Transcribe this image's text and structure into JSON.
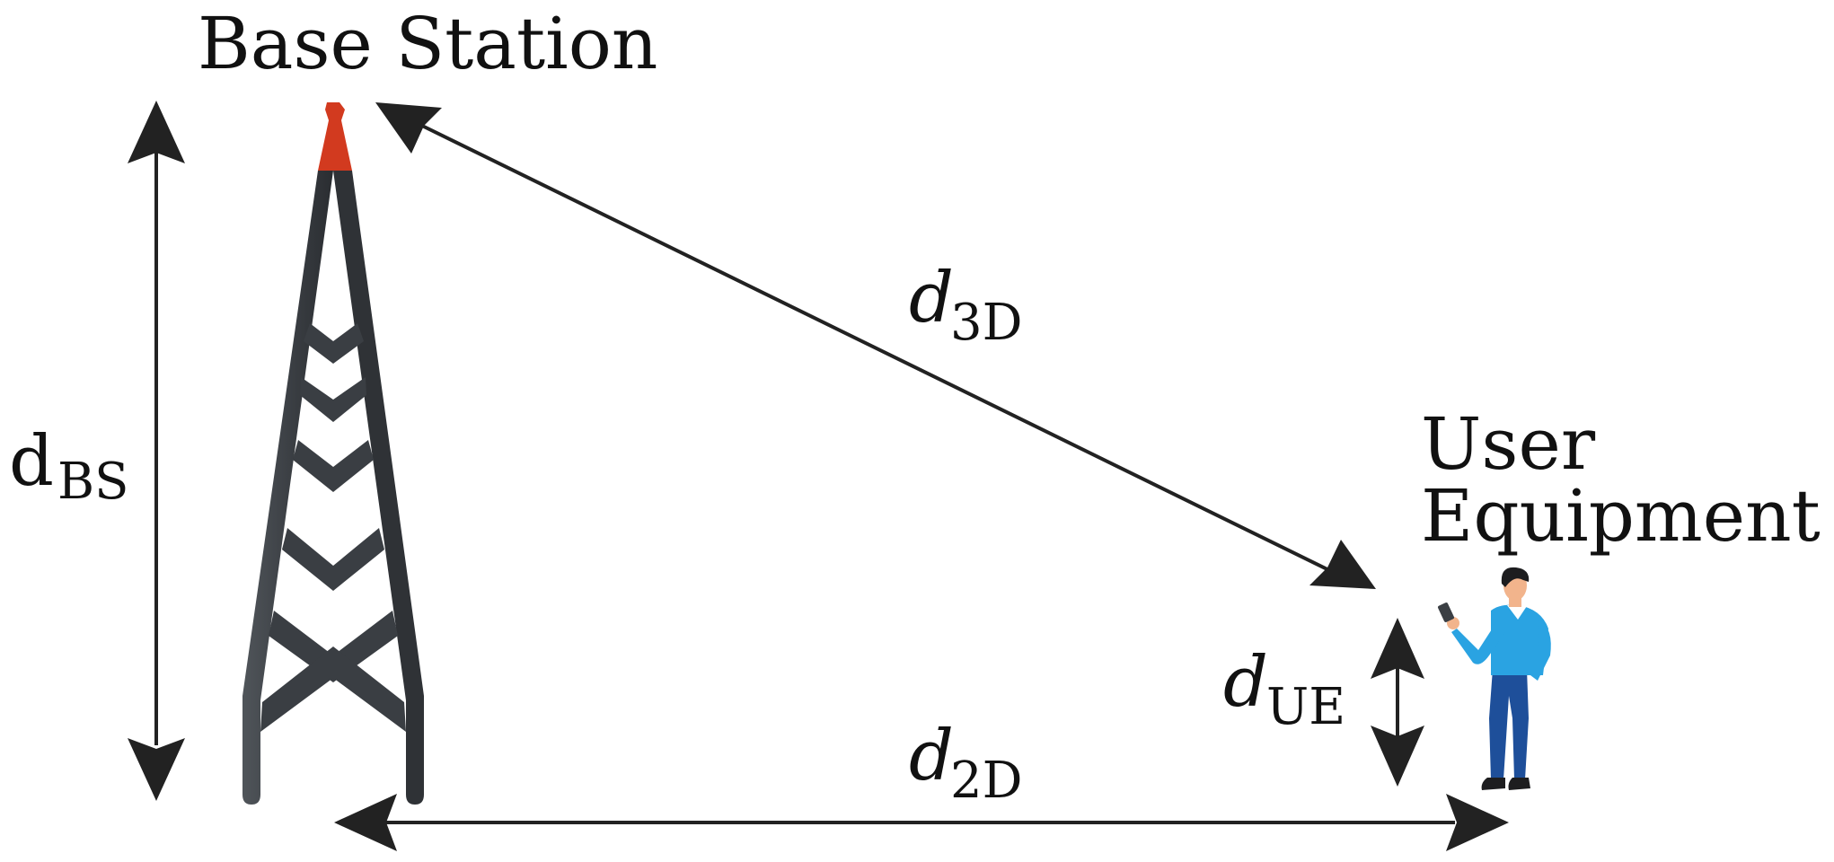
{
  "labels": {
    "base_station": "Base Station",
    "user_equipment_line1": "User",
    "user_equipment_line2": "Equipment",
    "d_bs_main": "d",
    "d_bs_sub": "BS",
    "d_3d_main": "d",
    "d_3d_sub": "3D",
    "d_2d_main": "d",
    "d_2d_sub": "2D",
    "d_ue_main": "d",
    "d_ue_sub": "UE"
  },
  "colors": {
    "arrow": "#222222",
    "tower_dark": "#2f3236",
    "tower_light": "#4b4f54",
    "antenna": "#d23a1f",
    "shirt": "#2aa3e2",
    "pants": "#1e4f9a",
    "skin": "#f2b48c",
    "hair": "#1d1d1f"
  },
  "icons": {
    "tower": "cell-tower-icon",
    "person": "person-with-phone-icon"
  }
}
